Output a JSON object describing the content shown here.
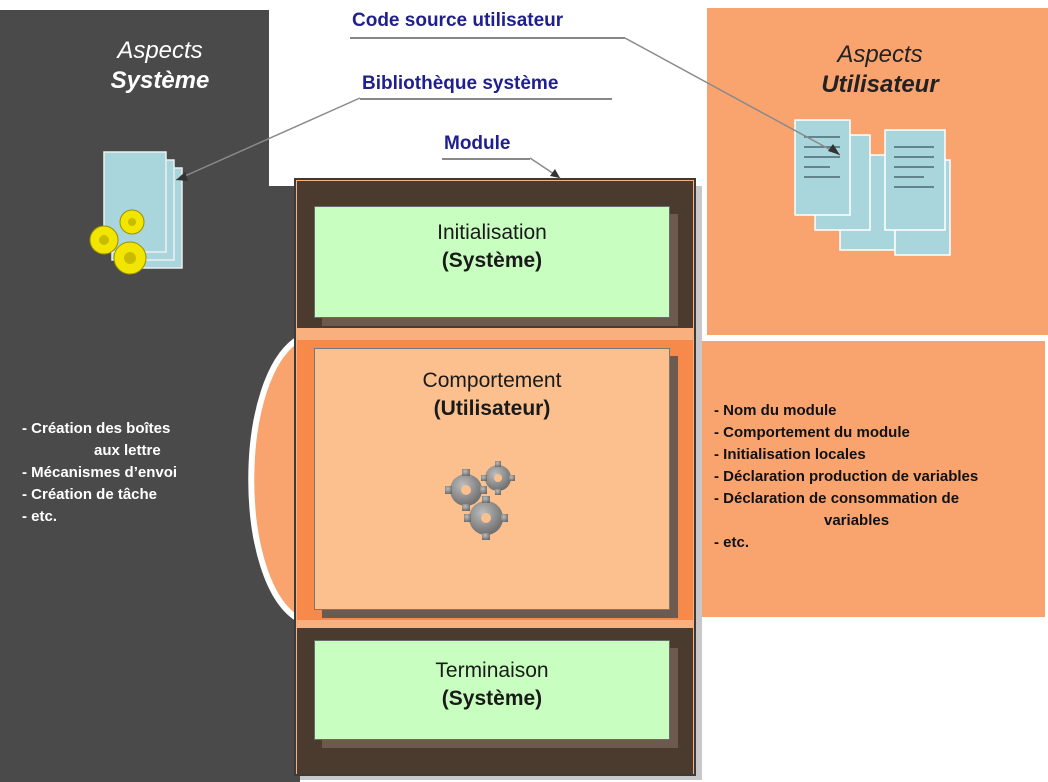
{
  "labels": {
    "code_source": "Code source utilisateur",
    "bibliotheque": "Bibliothèque système",
    "module": "Module"
  },
  "left_panel": {
    "title_line1": "Aspects",
    "title_line2": "Système",
    "items": [
      "- Création des boîtes",
      "aux lettre",
      "- Mécanismes d’envoi",
      "- Création de tâche",
      "- etc."
    ]
  },
  "right_panel": {
    "title_line1": "Aspects",
    "title_line2": "Utilisateur",
    "items": [
      "- Nom du module",
      "- Comportement du module",
      "- Initialisation locales",
      "- Déclaration production de variables",
      "- Déclaration de consommation de",
      "variables",
      "- etc."
    ]
  },
  "boxes": {
    "init_title": "Initialisation",
    "init_sub": "(Système)",
    "behavior_title": "Comportement",
    "behavior_sub": "(Utilisateur)",
    "term_title": "Terminaison",
    "term_sub": "(Système)"
  },
  "colors": {
    "system_panel": "#4a4a4a",
    "user_panel": "#f9a46f",
    "system_box": "#c8ffc0",
    "user_box": "#fbc08d",
    "label_text": "#1f1f8f"
  },
  "icons": {
    "library": "document-with-gears-icon",
    "user_code": "stacked-documents-icon",
    "behavior": "gears-icon"
  }
}
